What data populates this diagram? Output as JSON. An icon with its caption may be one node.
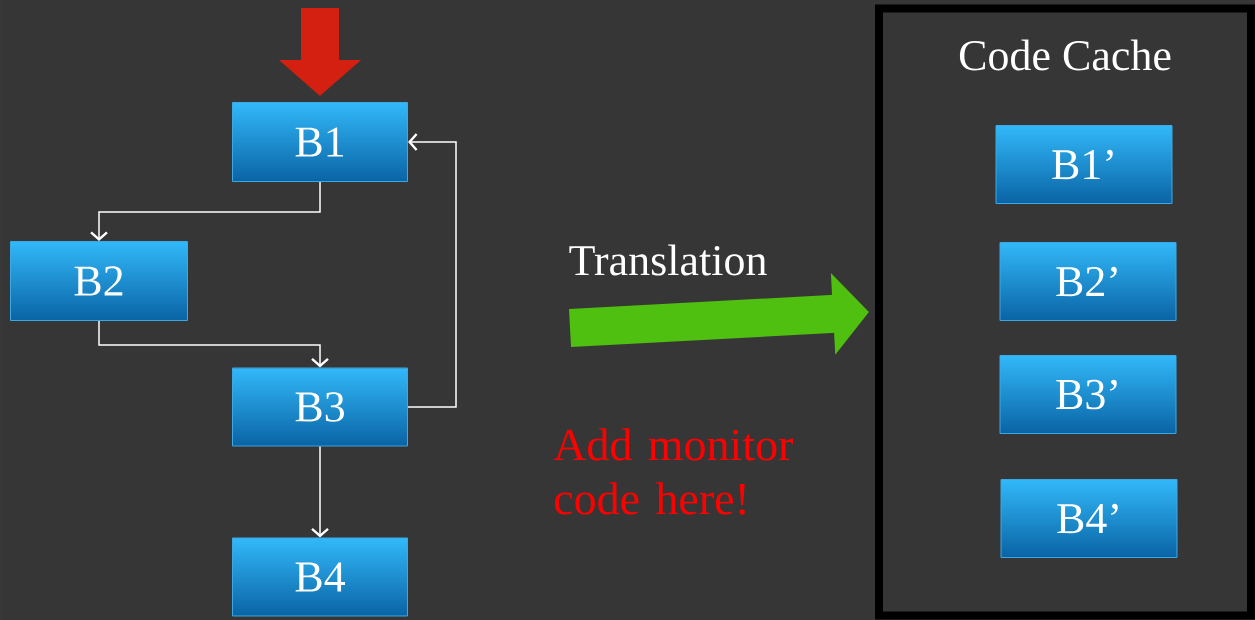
{
  "diagram": {
    "nodes": [
      {
        "text": [
          "B1"
        ]
      },
      {
        "text": [
          "B2"
        ]
      },
      {
        "text": [
          "B3"
        ]
      },
      {
        "text": [
          "B4"
        ]
      },
      {
        "text": [
          "Code Cache"
        ]
      },
      {
        "text": [
          "B1’"
        ],
        "in": 4
      },
      {
        "text": [
          "B2’"
        ],
        "in": 4
      },
      {
        "text": [
          "B3’"
        ],
        "in": 4
      },
      {
        "text": [
          "B4’"
        ],
        "in": 4
      }
    ],
    "edges": [
      {
        "from": null,
        "to": 0,
        "arrow": "to",
        "style": "thick",
        "color": "#d42010"
      },
      {
        "from": 0,
        "to": 1,
        "arrow": "to"
      },
      {
        "from": 1,
        "to": 2,
        "arrow": "to"
      },
      {
        "from": 2,
        "to": 0,
        "arrow": "to"
      },
      {
        "from": 2,
        "to": 3,
        "arrow": "to"
      },
      {
        "from": null,
        "to": 4,
        "arrow": "to",
        "style": "thick",
        "color": "#4fbf10",
        "label": "Translation"
      }
    ],
    "labels": [
      "Add monitor code here!"
    ]
  }
}
